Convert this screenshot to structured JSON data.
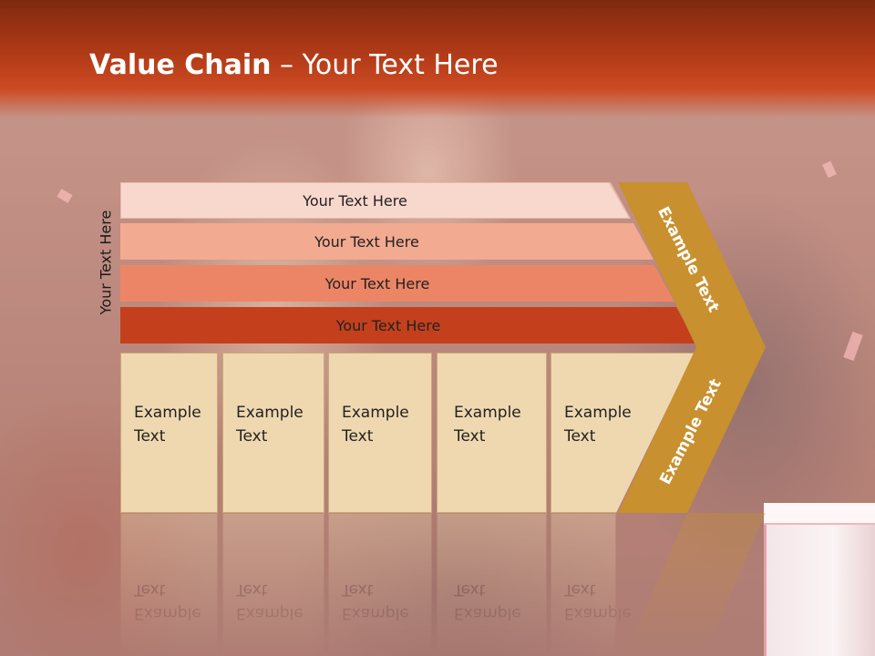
{
  "slide": {
    "title_bold": "Value Chain",
    "title_rest": " – Your Text Here",
    "side_label": "Your Text Here"
  },
  "bars": [
    {
      "label": "Your Text Here",
      "color": "#f8d8cc"
    },
    {
      "label": "Your Text Here",
      "color": "#f2aa90"
    },
    {
      "label": "Your Text Here",
      "color": "#ec8566"
    },
    {
      "label": "Your Text Here",
      "color": "#c4401d"
    }
  ],
  "boxes": [
    {
      "line1": "Example",
      "line2": "Text"
    },
    {
      "line1": "Example",
      "line2": "Text"
    },
    {
      "line1": "Example",
      "line2": "Text"
    },
    {
      "line1": "Example",
      "line2": "Text"
    },
    {
      "line1": "Example",
      "line2": "Text"
    }
  ],
  "chevron": {
    "top_label": "Example Text",
    "bottom_label": "Example Text",
    "color": "#c8902e"
  },
  "colors": {
    "header": "#b03a17",
    "box_fill": "#efd8b0"
  }
}
